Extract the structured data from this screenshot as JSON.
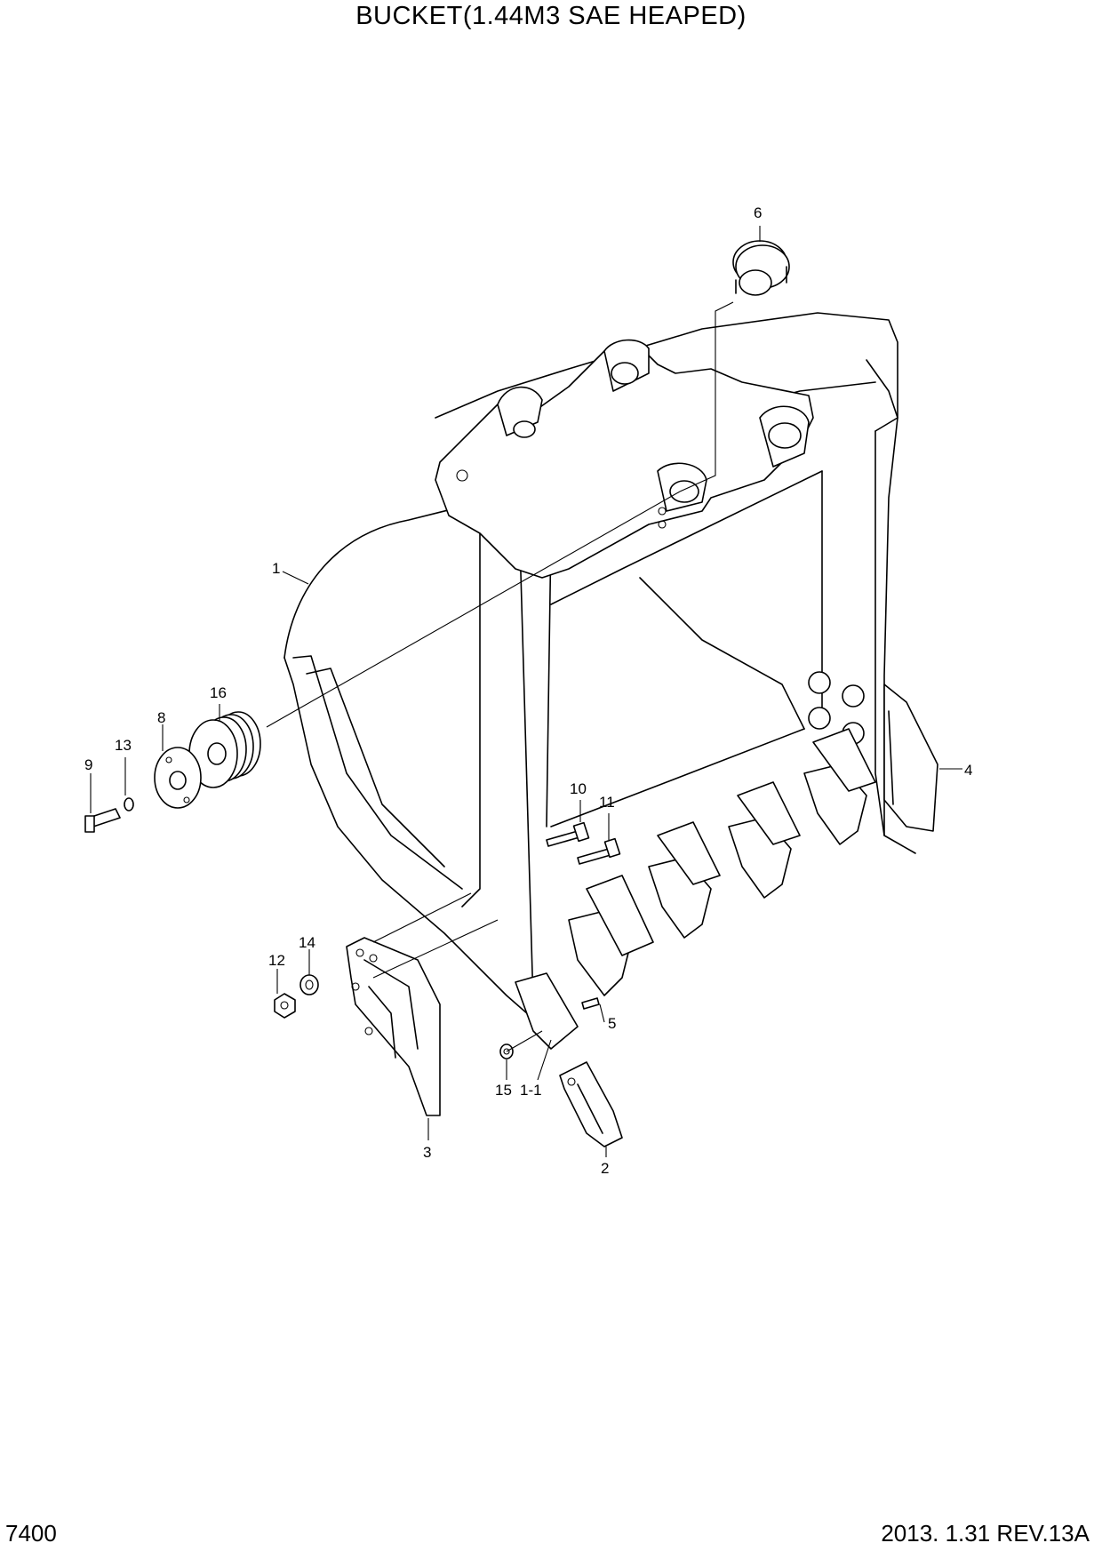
{
  "title": "BUCKET(1.44M3 SAE HEAPED)",
  "page_number": "7400",
  "revision": "2013. 1.31  REV.13A",
  "callouts": [
    {
      "id": "c6",
      "label": "6"
    },
    {
      "id": "c1",
      "label": "1"
    },
    {
      "id": "c16",
      "label": "16"
    },
    {
      "id": "c8",
      "label": "8"
    },
    {
      "id": "c13",
      "label": "13"
    },
    {
      "id": "c9",
      "label": "9"
    },
    {
      "id": "c4",
      "label": "4"
    },
    {
      "id": "c10",
      "label": "10"
    },
    {
      "id": "c11",
      "label": "11"
    },
    {
      "id": "c14",
      "label": "14"
    },
    {
      "id": "c12",
      "label": "12"
    },
    {
      "id": "c5",
      "label": "5"
    },
    {
      "id": "c15",
      "label": "15"
    },
    {
      "id": "c1-1",
      "label": "1-1"
    },
    {
      "id": "c3",
      "label": "3"
    },
    {
      "id": "c2",
      "label": "2"
    }
  ]
}
